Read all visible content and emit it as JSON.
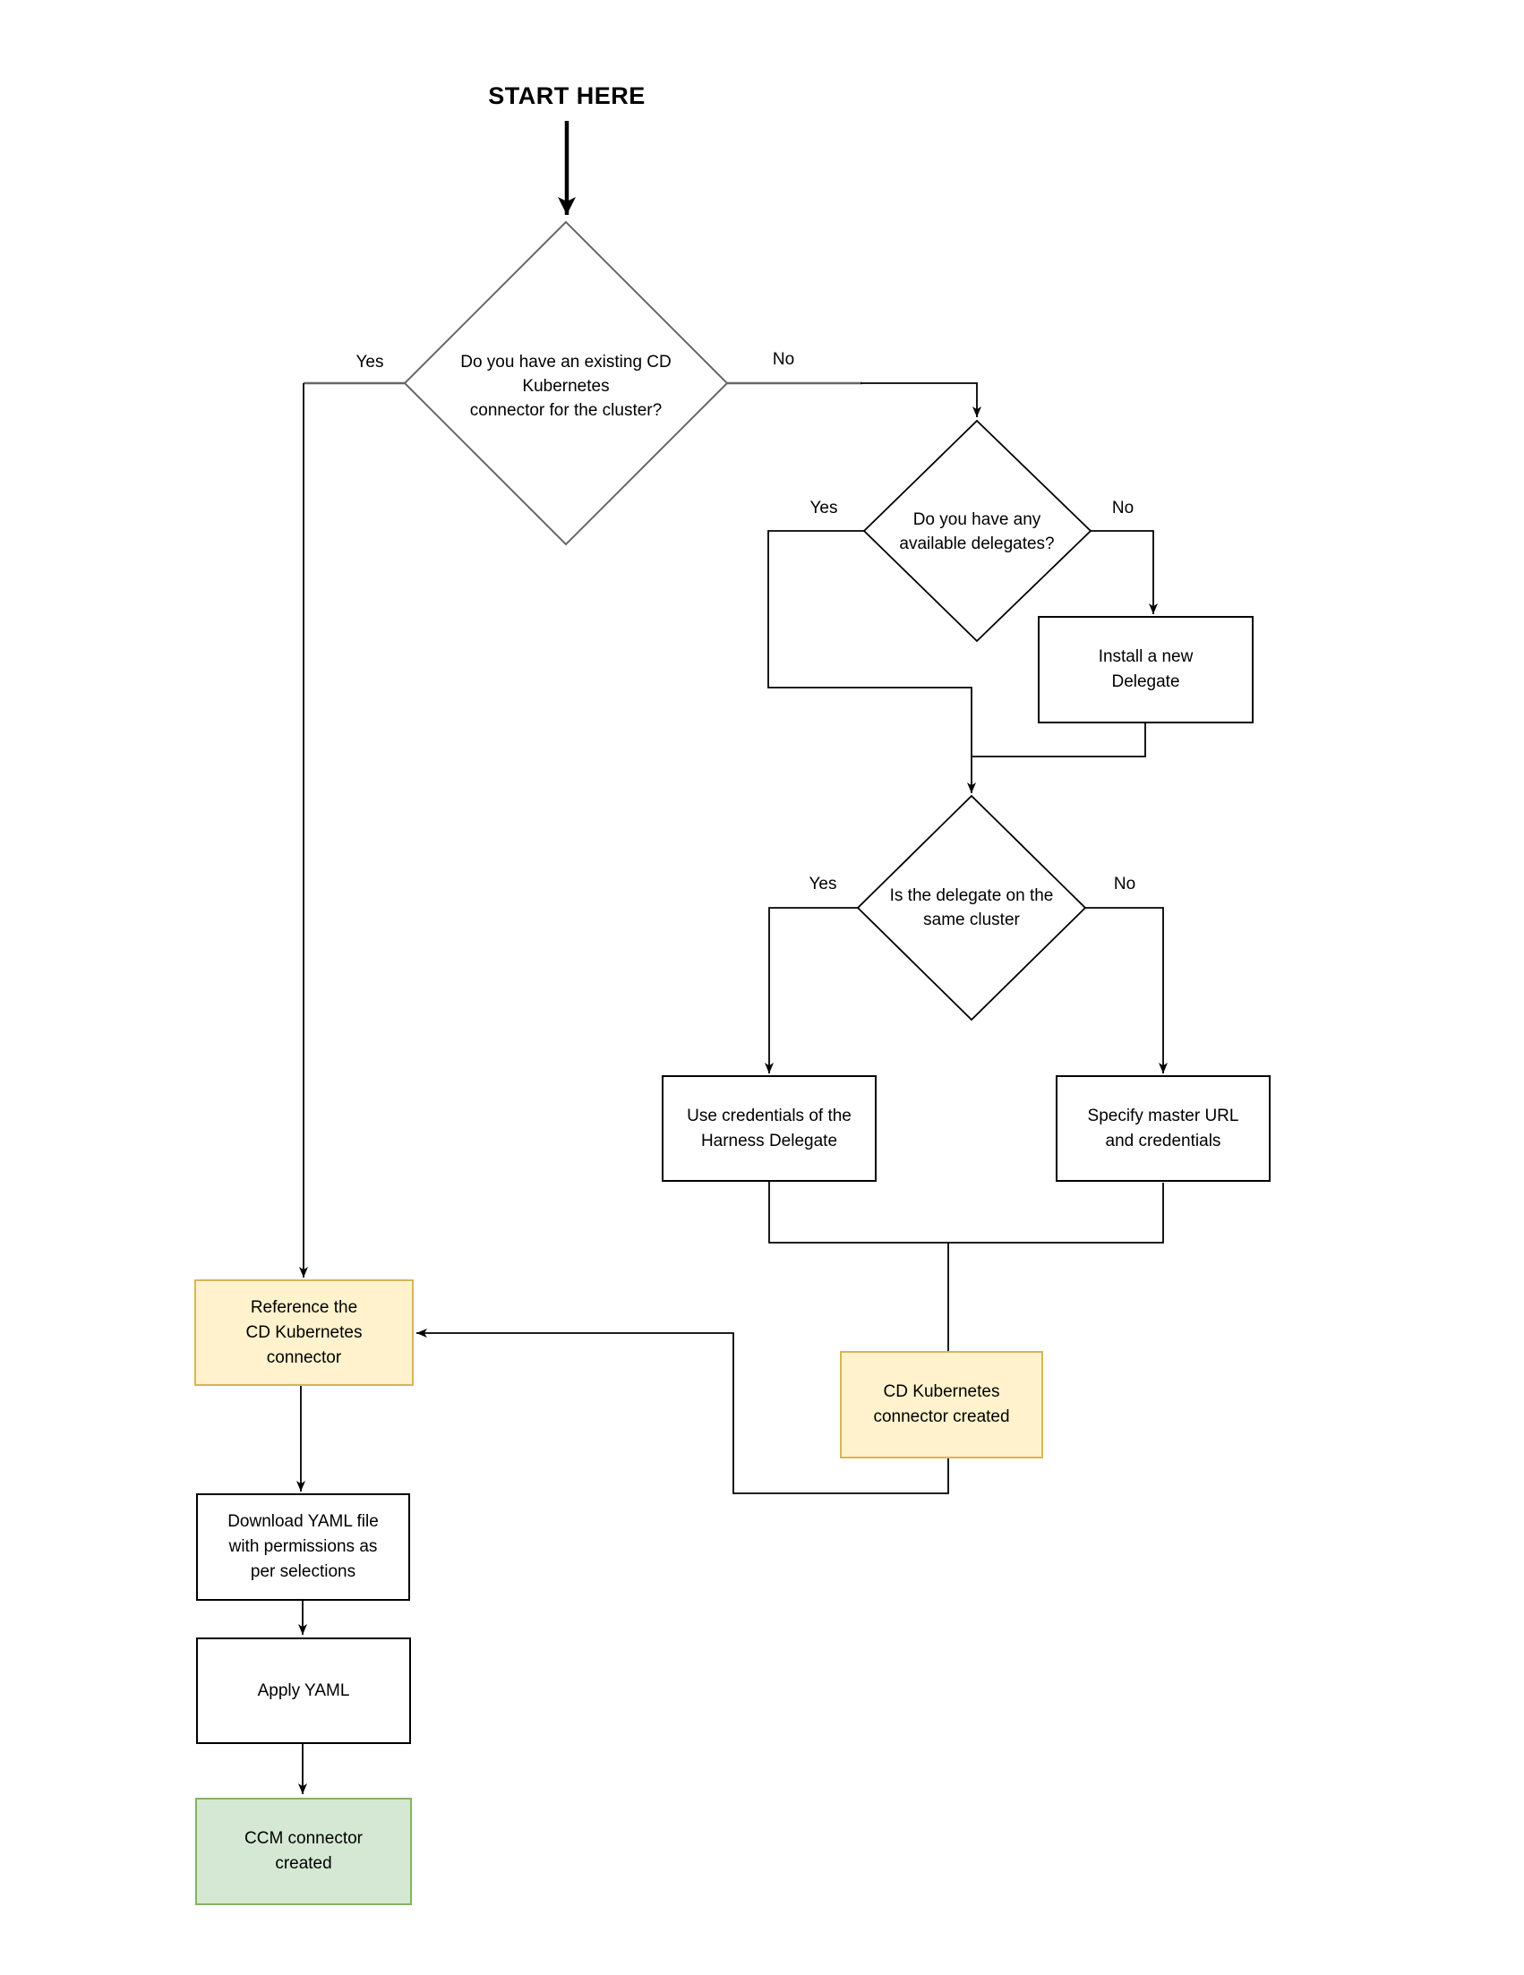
{
  "flowchart": {
    "title": "START HERE",
    "decisions": {
      "existing_connector": {
        "label": "Do you have an existing CD\nKubernetes\nconnector for the cluster?"
      },
      "available_delegates": {
        "label": "Do you have any\navailable delegates?"
      },
      "delegate_same_cluster": {
        "label": "Is the delegate on the\nsame cluster"
      }
    },
    "processes": {
      "install_delegate": {
        "label": "Install a new\nDelegate"
      },
      "use_credentials": {
        "label": "Use credentials of the\nHarness Delegate"
      },
      "specify_master_url": {
        "label": "Specify master URL\nand credentials"
      },
      "cd_connector_created": {
        "label": "CD Kubernetes\nconnector created"
      },
      "reference_connector": {
        "label": "Reference the\nCD Kubernetes\nconnector"
      },
      "download_yaml": {
        "label": "Download YAML file\nwith permissions as\nper selections"
      },
      "apply_yaml": {
        "label": "Apply YAML"
      },
      "ccm_connector_created": {
        "label": "CCM connector\ncreated"
      }
    },
    "edge_labels": {
      "d1_yes": "Yes",
      "d1_no": "No",
      "d2_yes": "Yes",
      "d2_no": "No",
      "d3_yes": "Yes",
      "d3_no": "No"
    },
    "colors": {
      "highlight_fill": "#FFF2CC",
      "highlight_border": "#D6B656",
      "success_fill": "#D5E8D4",
      "success_border": "#82B366",
      "process_fill": "#FFFFFF",
      "process_border": "#000000",
      "connector": "#000000",
      "first_decision_stroke": "#666666"
    }
  }
}
